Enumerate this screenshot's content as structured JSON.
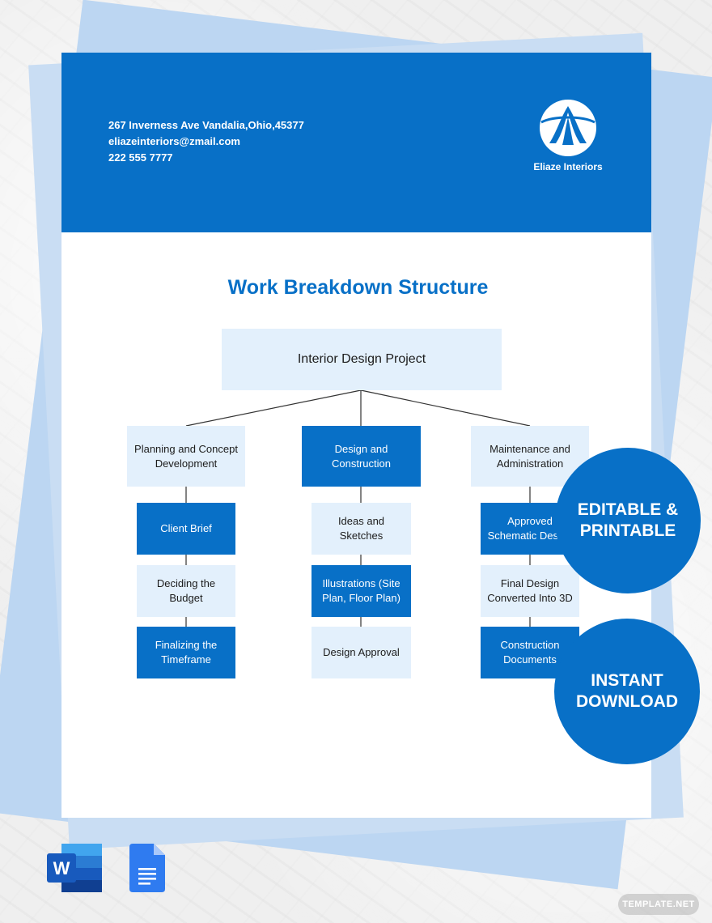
{
  "header": {
    "address": "267 Inverness Ave Vandalia,Ohio,45377",
    "email": "eliazeinteriors@zmail.com",
    "phone": "222 555 7777",
    "company_name": "Eliaze Interiors"
  },
  "document": {
    "title": "Work Breakdown Structure"
  },
  "wbs": {
    "root": "Interior Design Project",
    "branches": [
      {
        "label": "Planning and Concept Development",
        "children": [
          "Client Brief",
          "Deciding the Budget",
          "Finalizing the Timeframe"
        ]
      },
      {
        "label": "Design and Construction",
        "children": [
          "Ideas and Sketches",
          "Illustrations (Site Plan, Floor Plan)",
          "Design Approval"
        ]
      },
      {
        "label": "Maintenance and Administration",
        "children": [
          "Approved Schematic Design",
          "Final Design Converted Into 3D",
          "Construction Documents"
        ]
      }
    ]
  },
  "badges": {
    "editable": "EDITABLE & PRINTABLE",
    "download": "INSTANT DOWNLOAD"
  },
  "apps": {
    "word_icon": "microsoft-word-icon",
    "docs_icon": "google-docs-icon"
  },
  "watermark": "TEMPLATE.NET",
  "colors": {
    "brand_blue": "#0870c7",
    "light_blue": "#e3f0fc"
  }
}
